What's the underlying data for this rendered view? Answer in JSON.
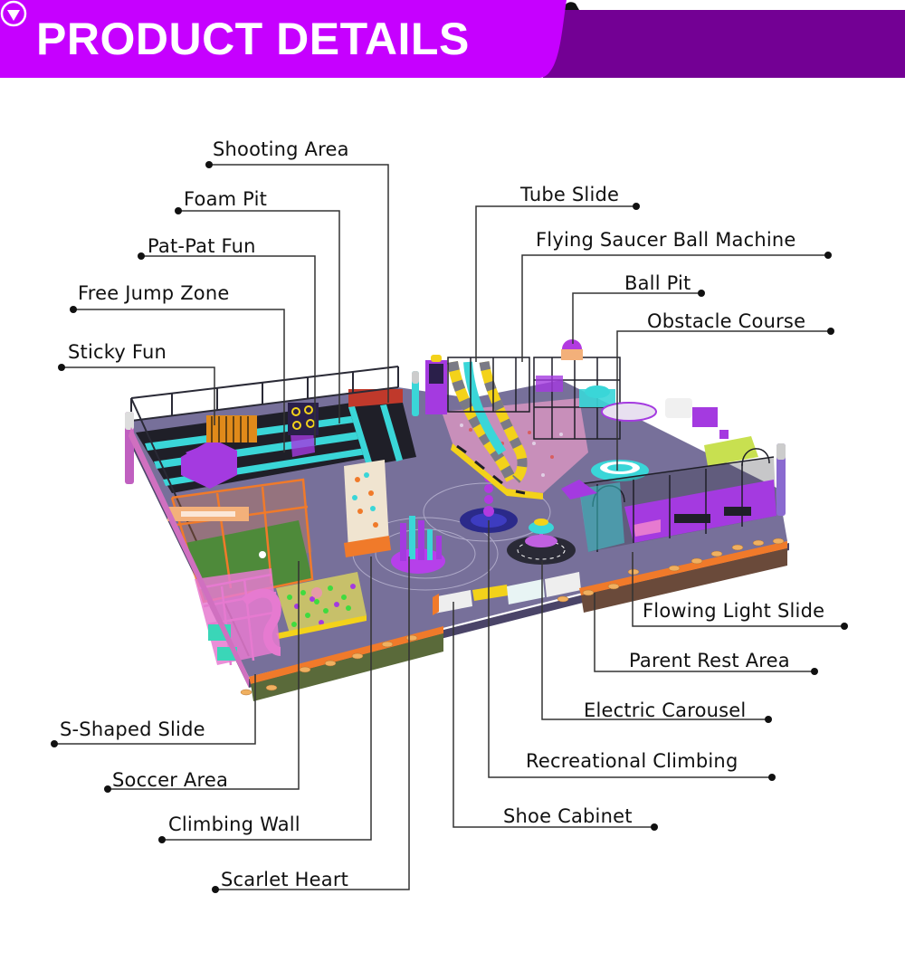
{
  "header": {
    "title": "PRODUCT DETAILS",
    "icon": "chevron-down-circle-icon",
    "colors": {
      "primary": "#c600ff",
      "secondary": "#730094",
      "text": "#ffffff"
    }
  },
  "illustration": {
    "subject": "indoor playground isometric render",
    "colors": {
      "floor": "#77709a",
      "fence": "#f07a2a",
      "purple": "#a43ae0",
      "teal": "#3ad6d8",
      "yellow": "#f3d21a",
      "pink": "#e67ad0"
    }
  },
  "labels_left": [
    {
      "id": "shooting-area",
      "text": "Shooting Area"
    },
    {
      "id": "foam-pit",
      "text": "Foam Pit"
    },
    {
      "id": "pat-pat-fun",
      "text": "Pat-Pat Fun"
    },
    {
      "id": "free-jump-zone",
      "text": "Free Jump Zone"
    },
    {
      "id": "sticky-fun",
      "text": "Sticky Fun"
    }
  ],
  "labels_right": [
    {
      "id": "tube-slide",
      "text": "Tube Slide"
    },
    {
      "id": "flying-saucer-ball-machine",
      "text": "Flying Saucer Ball Machine"
    },
    {
      "id": "ball-pit",
      "text": "Ball Pit"
    },
    {
      "id": "obstacle-course",
      "text": "Obstacle Course"
    }
  ],
  "labels_bottom_left": [
    {
      "id": "s-shaped-slide",
      "text": "S-Shaped Slide"
    },
    {
      "id": "soccer-area",
      "text": "Soccer Area"
    },
    {
      "id": "climbing-wall",
      "text": "Climbing Wall"
    },
    {
      "id": "scarlet-heart",
      "text": "Scarlet Heart"
    }
  ],
  "labels_bottom_right": [
    {
      "id": "flowing-light-slide",
      "text": "Flowing Light Slide"
    },
    {
      "id": "parent-rest-area",
      "text": "Parent Rest Area"
    },
    {
      "id": "electric-carousel",
      "text": "Electric Carousel"
    },
    {
      "id": "recreational-climbing",
      "text": "Recreational Climbing"
    },
    {
      "id": "shoe-cabinet",
      "text": "Shoe Cabinet"
    }
  ]
}
